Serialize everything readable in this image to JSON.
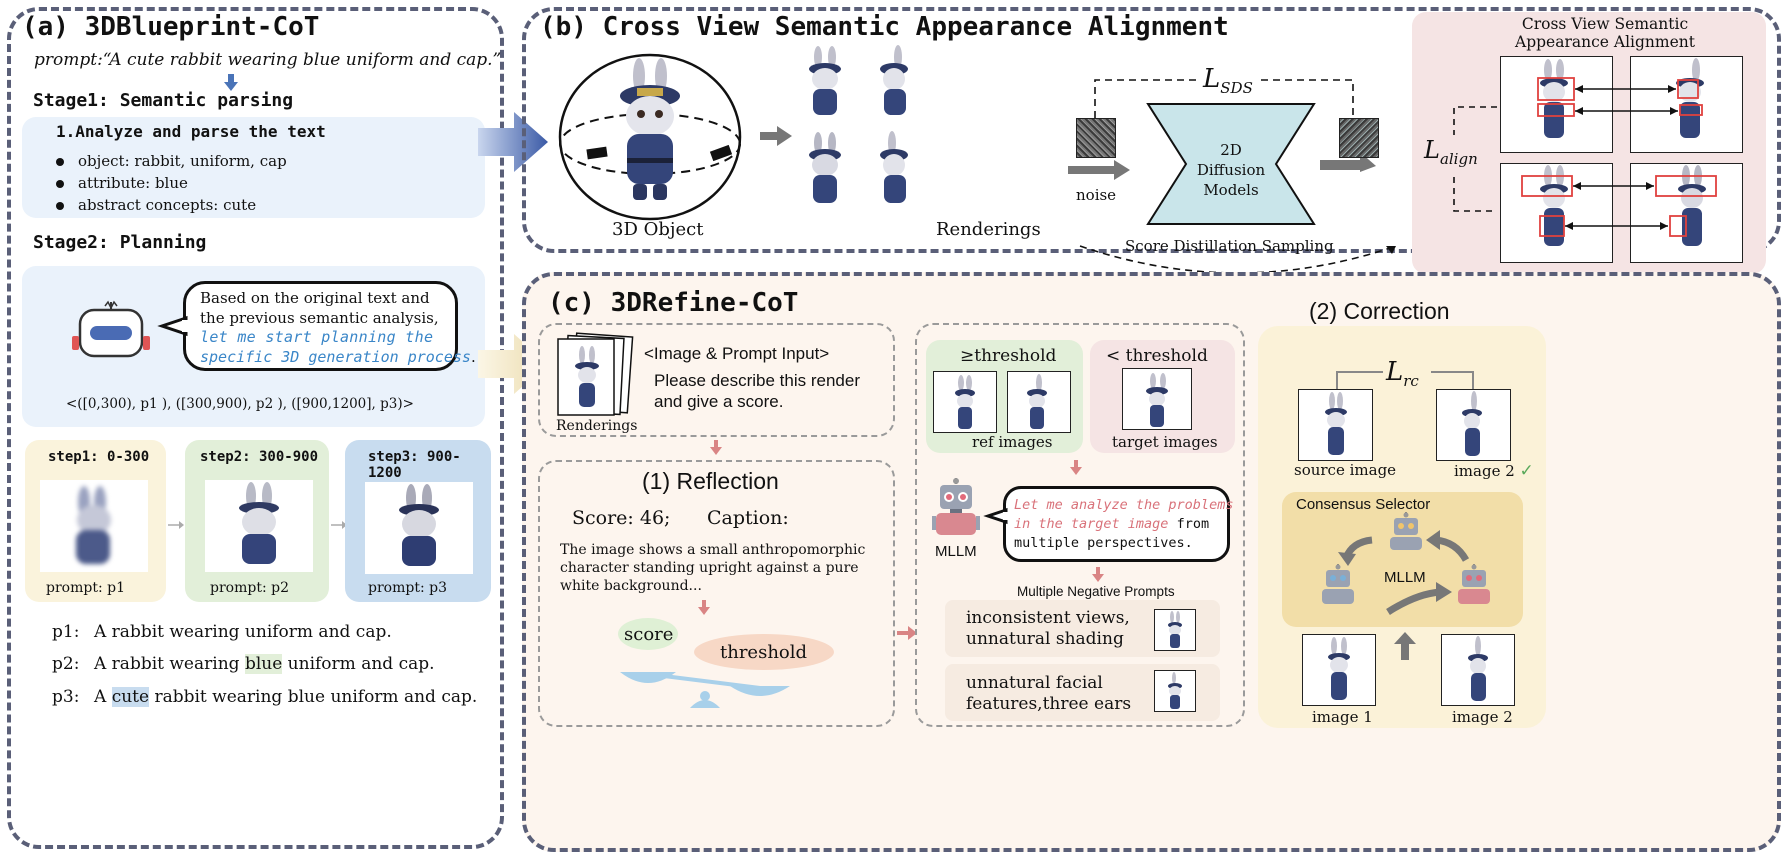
{
  "panel_a": {
    "title": "(a) 3DBlueprint-CoT",
    "prompt": "prompt:“A cute rabbit wearing blue uniform and cap.”",
    "stage1_title": "Stage1: Semantic parsing",
    "stage1_heading": "1.Analyze and parse the text",
    "bullets": [
      "object: rabbit, uniform, cap",
      "attribute: blue",
      "abstract concepts: cute"
    ],
    "stage2_title": "Stage2: Planning",
    "bubble_text_1": "Based on the original text and",
    "bubble_text_2": "the previous semantic analysis,",
    "bubble_highlight_1": "let me start planning the",
    "bubble_highlight_2": "specific 3D generation process",
    "bubble_end": ".",
    "plan_string": "<([0,300), p1 ), ([300,900), p2 ), ([900,1200], p3)>",
    "steps": [
      {
        "title": "step1: 0-300",
        "prompt": "prompt: p1"
      },
      {
        "title": "step2: 300-900",
        "prompt": "prompt: p2"
      },
      {
        "title": "step3: 900-1200",
        "prompt": "prompt: p3"
      }
    ],
    "p1_label": "p1:",
    "p1_text": "A rabbit wearing uniform and cap.",
    "p2_label": "p2:",
    "p2_pre": "A rabbit wearing ",
    "p2_hl": "blue",
    "p2_post": " uniform and cap.",
    "p3_label": "p3:",
    "p3_pre": "A ",
    "p3_hl": "cute",
    "p3_post": " rabbit wearing blue uniform and cap."
  },
  "panel_b": {
    "title": "(b) Cross View Semantic Appearance Alignment",
    "object_label": "3D Object",
    "renderings_label": "Renderings",
    "loss_sds": "L",
    "loss_sds_sub": "SDS",
    "diffusion_line1": "2D",
    "diffusion_line2": "Diffusion",
    "diffusion_line3": "Models",
    "noise_label": "noise",
    "sds_caption": "Score Distillation Sampling",
    "align_title_1": "Cross View Semantic",
    "align_title_2": "Appearance Alignment",
    "loss_align": "L",
    "loss_align_sub": "align"
  },
  "panel_c": {
    "title": "(c) 3DRefine-CoT",
    "input_header": "<Image & Prompt Input>",
    "input_line1": "Please describe this render",
    "input_line2": "and give a score.",
    "renderings_label": "Renderings",
    "reflection_title": "(1) Reflection",
    "score_text": "Score: 46;",
    "caption_label": "Caption:",
    "caption_1": "The image shows a small anthropomorphic",
    "caption_2": "character standing upright against a pure",
    "caption_3": "white background...",
    "scale_score": "score",
    "scale_threshold": "threshold",
    "ge_threshold": "≥threshold",
    "lt_threshold": "< threshold",
    "ref_images": "ref images",
    "target_images": "target images",
    "mllm_label": "MLLM",
    "analyze_1": "Let me analyze the problems",
    "analyze_2": "in the target image",
    "analyze_3": " from",
    "analyze_4": "multiple perspectives.",
    "neg_prompts_title": "Multiple Negative Prompts",
    "neg1_a": "inconsistent views,",
    "neg1_b": "unnatural shading",
    "neg2_a": "unnatural facial",
    "neg2_b": "features,three ears",
    "correction_title": "(2) Correction",
    "loss_rc": "L",
    "loss_rc_sub": "rc",
    "source_image": "source image",
    "image2_top": "image 2",
    "check": "✓",
    "consensus_title": "Consensus Selector",
    "consensus_mllm": "MLLM",
    "image1_bottom": "image 1",
    "image2_bottom": "image 2"
  },
  "colors": {
    "panel_dash": "#5a5f78",
    "light_blue": "#eaf2fb",
    "yellow": "#faf3dc",
    "green": "#e2efd9",
    "blue": "#c8dcef",
    "pink": "#f5e4e4",
    "peach": "#fdf3ec",
    "highlight_blue_text": "#3a86c8",
    "highlight_red_text": "#d9727a"
  }
}
